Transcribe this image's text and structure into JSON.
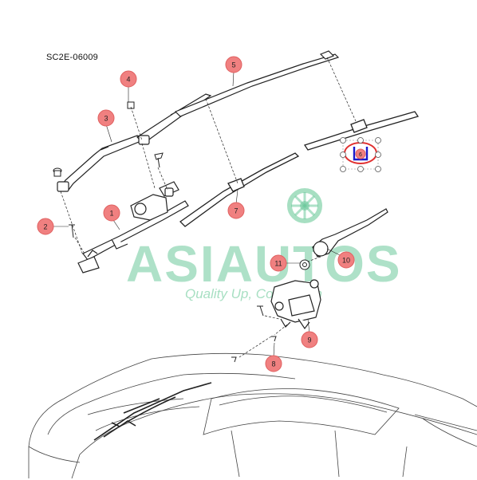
{
  "diagram": {
    "code": "SC2E-06009",
    "callouts": [
      {
        "id": "c1",
        "label": "1"
      },
      {
        "id": "c2",
        "label": "2"
      },
      {
        "id": "c3",
        "label": "3"
      },
      {
        "id": "c4",
        "label": "4"
      },
      {
        "id": "c5",
        "label": "5"
      },
      {
        "id": "c6",
        "label": "6"
      },
      {
        "id": "c7",
        "label": "7"
      },
      {
        "id": "c8",
        "label": "8"
      },
      {
        "id": "c9",
        "label": "9"
      },
      {
        "id": "c10",
        "label": "10"
      },
      {
        "id": "c11",
        "label": "11"
      }
    ]
  },
  "watermark": {
    "brand": "ASIAUTOS",
    "tagline": "Quality Up, Cost Down",
    "color": "#6cc99a"
  },
  "colors": {
    "callout_fill": "#f08080",
    "callout_stroke": "#e06060",
    "line": "#222222",
    "selection_red": "#e03030",
    "selection_blue": "#1a1acc"
  }
}
